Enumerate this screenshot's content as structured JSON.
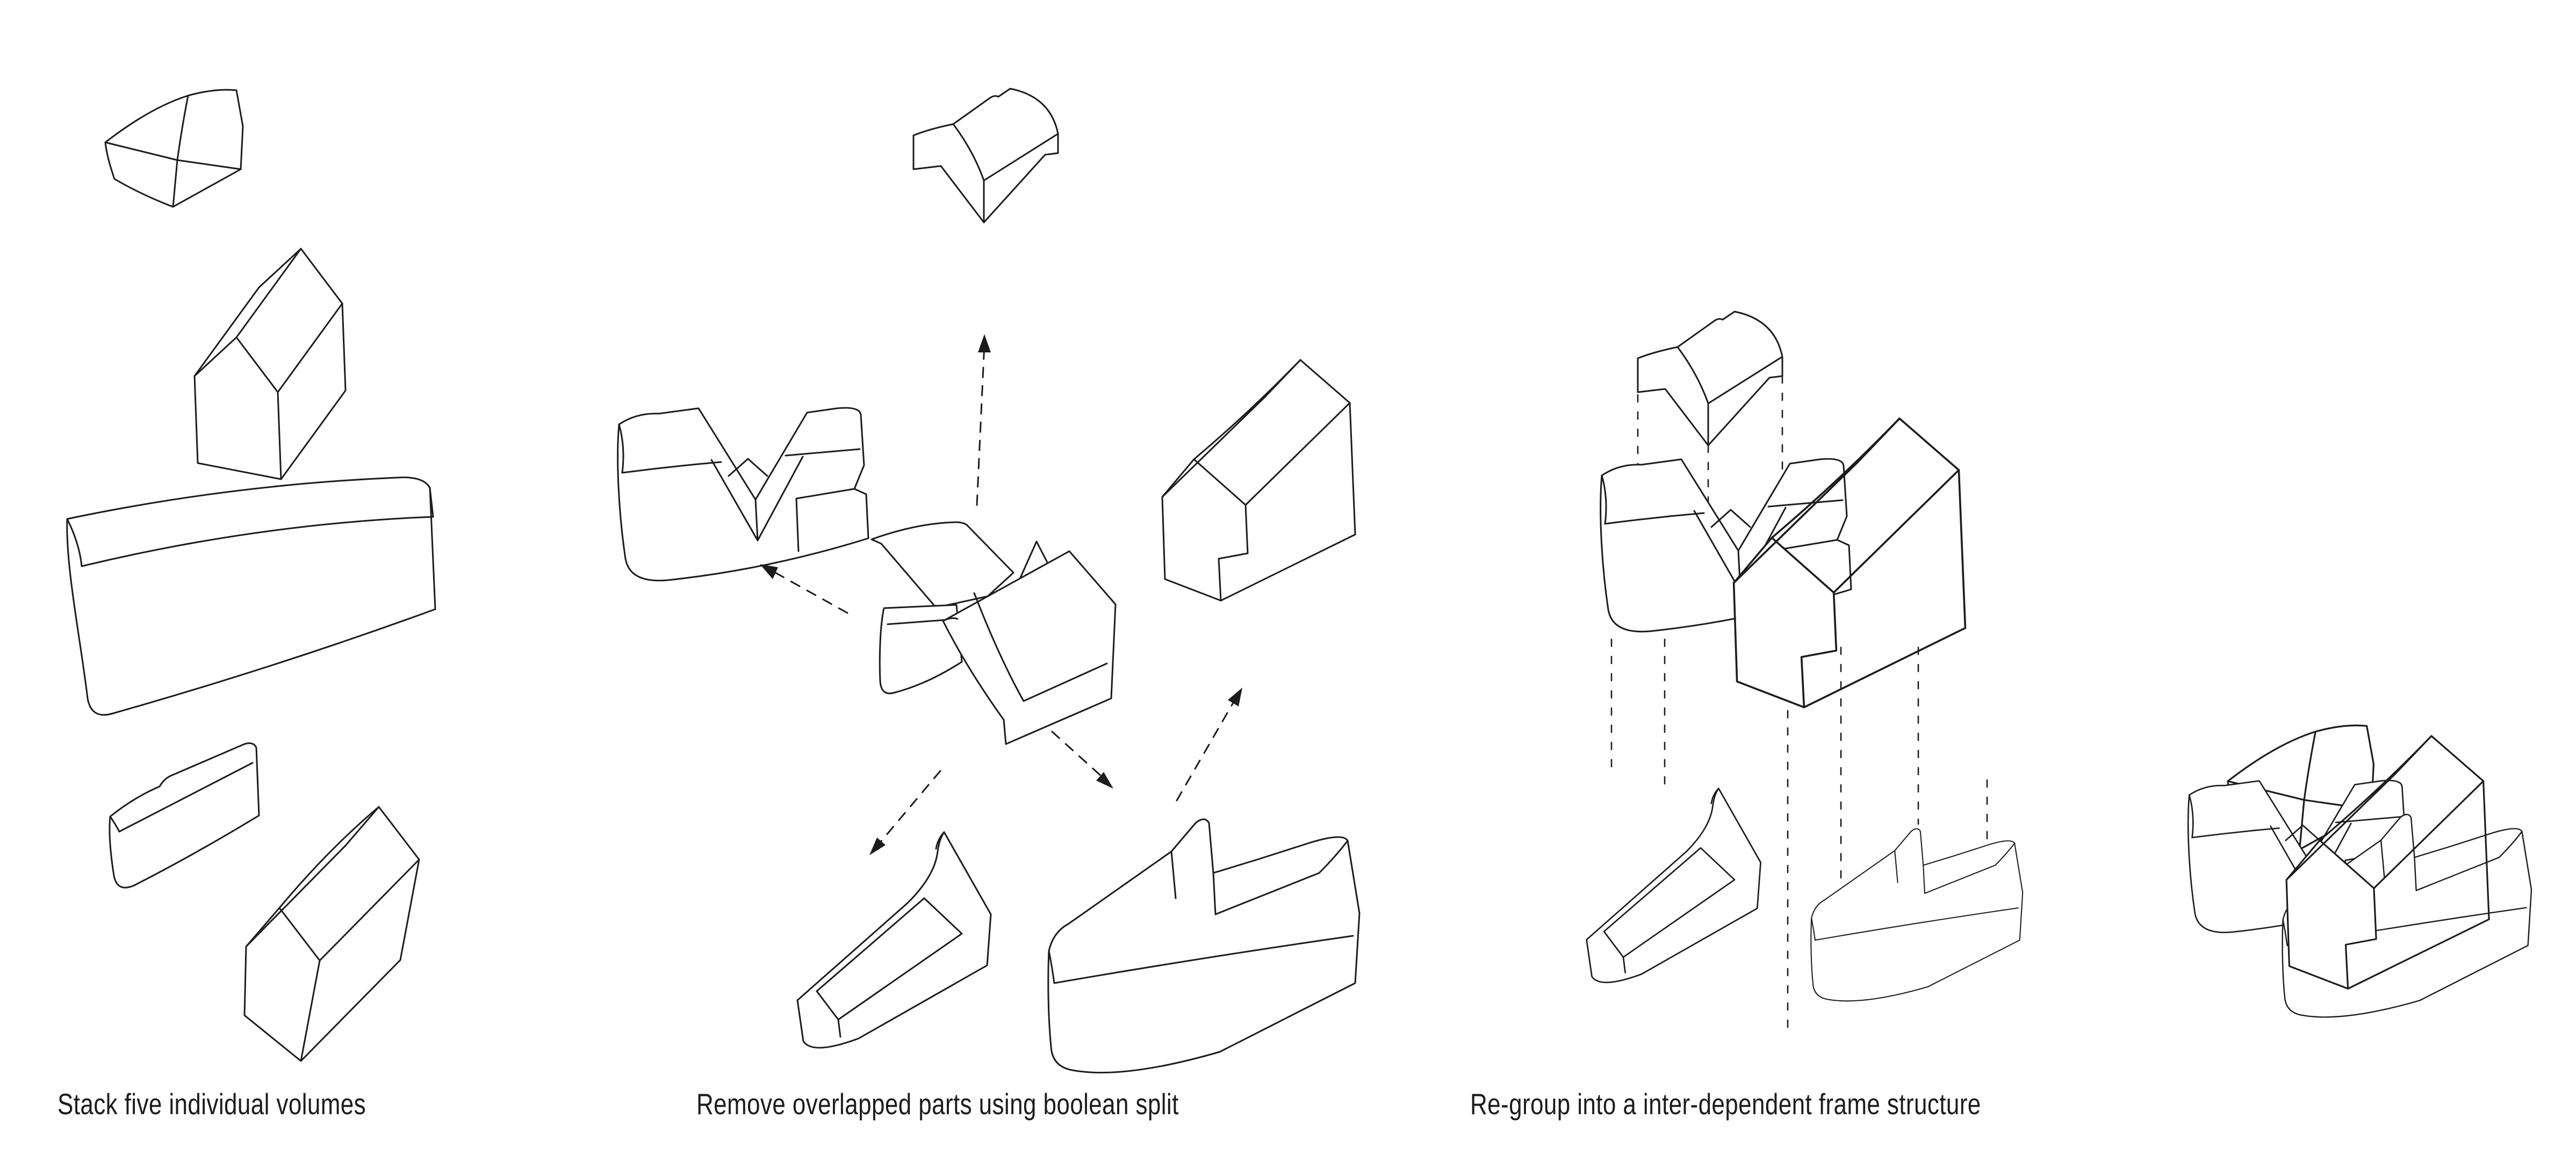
{
  "figure": {
    "background_color": "#ffffff",
    "line_color": "#1c1c1c",
    "captions": [
      {
        "text": "Stack five individual volumes"
      },
      {
        "text": "Remove overlapped parts using boolean split"
      },
      {
        "text": "Re-group into a inter-dependent frame structure"
      }
    ],
    "panels": [
      {
        "name": "stack-five-volumes",
        "volumes": [
          "small house",
          "leaning house",
          "long bar",
          "short bar",
          "large house"
        ]
      },
      {
        "name": "boolean-split",
        "pieces": [
          "notched roof piece",
          "v-notch block",
          "cut house",
          "overlap cluster",
          "wedge piece",
          "u-channel block"
        ],
        "arrow_directions": [
          "up",
          "up-left",
          "up-right",
          "down-left",
          "down-right"
        ]
      },
      {
        "name": "regroup-frame",
        "pieces": [
          "notched roof piece",
          "v-notch block",
          "cut house",
          "wedge piece",
          "u-channel block"
        ],
        "dashed_guides": 8
      },
      {
        "name": "assembled-structure",
        "pieces": [
          "small house",
          "v-notch block",
          "u-channel block",
          "cut house"
        ]
      }
    ]
  }
}
